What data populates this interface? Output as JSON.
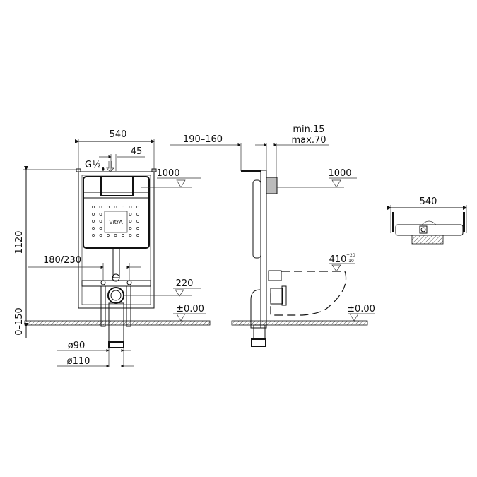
{
  "front_view": {
    "width_label": "540",
    "inlet_offset_label": "45",
    "inlet_thread_label": "G½",
    "height_label": "1120",
    "floor_adjust_label": "0–150",
    "foot_spacing_label": "180/230",
    "level_flush_label": "1000",
    "level_drain_label": "220",
    "level_floor_label": "±0.00",
    "pipe_d90_label": "ø90",
    "pipe_d110_label": "ø110",
    "brand_logo": "VitrA"
  },
  "side_view": {
    "depth_label": "190–160",
    "wall_min_label": "min.15",
    "wall_max_label": "max.70",
    "level_flush_label": "1000",
    "bowl_height_label": "410",
    "bowl_tol_plus": "+20",
    "bowl_tol_minus": "-10",
    "level_floor_label": "±0.00"
  },
  "top_view": {
    "width_label": "540"
  }
}
